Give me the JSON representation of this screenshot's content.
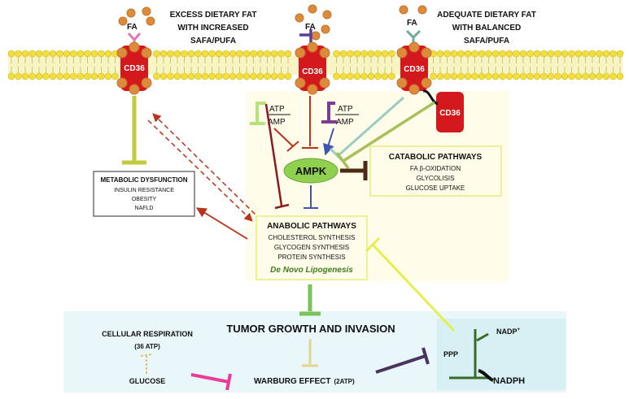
{
  "header": {
    "left_lines": [
      "EXCESS DIETARY FAT",
      "WITH INCREASED",
      "SAFA/PUFA"
    ],
    "right_lines": [
      "ADEQUATE DIETARY FAT",
      "WITH BALANCED",
      "SAFA/PUFA"
    ]
  },
  "fa_label": "FA",
  "receptor_label": "CD36",
  "ratio": {
    "top": "ATP",
    "bottom": "AMP"
  },
  "ampk_label": "AMPK",
  "catabolic": {
    "title": "CATABOLIC PATHWAYS",
    "items": [
      "FA β-OXIDATION",
      "GLYCOLISIS",
      "GLUCOSE UPTAKE"
    ]
  },
  "metabolic": {
    "title": "METABOLIC DYSFUNCTION",
    "items": [
      "INSULIN RESISTANCE",
      "OBESITY",
      "NAFLD"
    ]
  },
  "anabolic": {
    "title": "ANABOLIC PATHWAYS",
    "items": [
      "CHOLESTEROL SYNTHESIS",
      "GLYCOGEN SYNTHESIS",
      "PROTEIN SYNTHESIS"
    ],
    "emphasis": "De Novo Lipogenesis"
  },
  "tumor": "TUMOR GROWTH AND INVASION",
  "respiration": {
    "title": "CELLULAR RESPIRATION",
    "atp": "(36 ATP)"
  },
  "glucose": "GLUCOSE",
  "warburg": {
    "title": "WARBURG EFFECT",
    "atp": "(2ATP)"
  },
  "ppp": "PPP",
  "nadp": {
    "base": "NADP",
    "sup": "+"
  },
  "nadph": "NADPH",
  "colors": {
    "membrane_head": "#f2df3c",
    "cd36": "#d3191d",
    "fa_dot": "#dc8a3c",
    "ampk": "#8fd14f",
    "cytoplasm": "#fffdea",
    "nucleus_panel": "#e9f7fb",
    "metabolic_arrow": "#c2cb3c",
    "catabolic_inhibit": "#4c2a14",
    "ppp_inhibit": "#e6ef4a",
    "warburg_inhibit": "#4a345f",
    "glucose_inhibit": "#e83c98"
  }
}
